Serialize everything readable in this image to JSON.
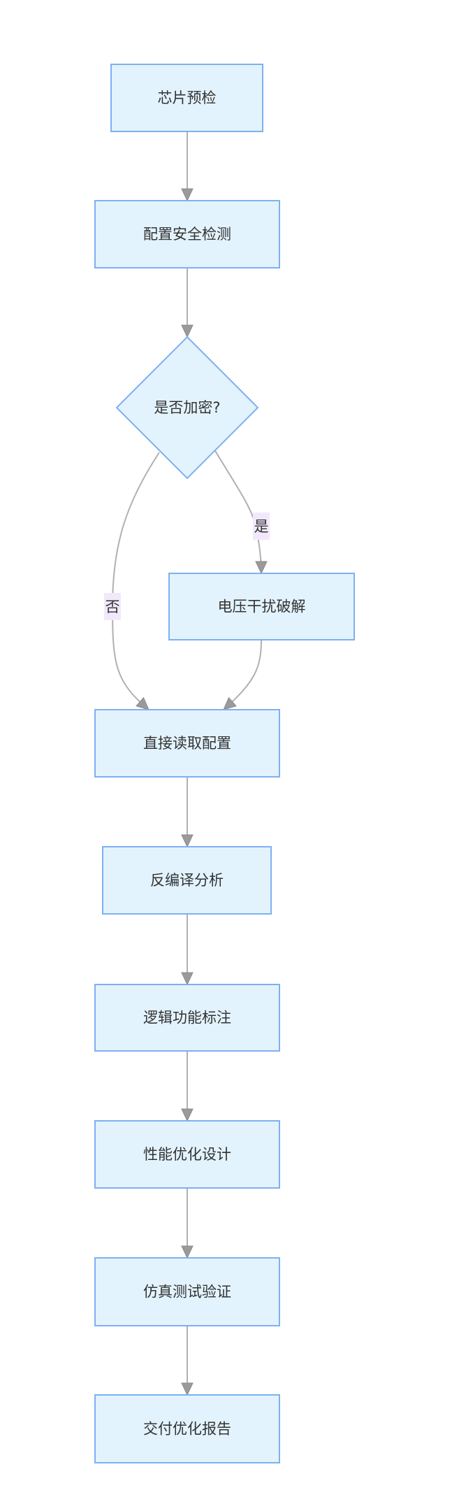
{
  "diagram": {
    "type": "flowchart",
    "direction": "top-down",
    "colors": {
      "node_fill": "#e3f3fd",
      "node_border": "#7eb0f2",
      "edge": "#b0b0b0",
      "arrowhead": "#9a9a9a",
      "edge_label_bg": "#f1e9fb",
      "text": "#333333"
    },
    "nodes": [
      {
        "id": "precheck",
        "shape": "rect",
        "label": "芯片预检"
      },
      {
        "id": "security",
        "shape": "rect",
        "label": "配置安全检测"
      },
      {
        "id": "encrypted",
        "shape": "diamond",
        "label": "是否加密?"
      },
      {
        "id": "glitch",
        "shape": "rect",
        "label": "电压干扰破解"
      },
      {
        "id": "readcfg",
        "shape": "rect",
        "label": "直接读取配置"
      },
      {
        "id": "decompile",
        "shape": "rect",
        "label": "反编译分析"
      },
      {
        "id": "annotate",
        "shape": "rect",
        "label": "逻辑功能标注"
      },
      {
        "id": "optimize",
        "shape": "rect",
        "label": "性能优化设计"
      },
      {
        "id": "simulate",
        "shape": "rect",
        "label": "仿真测试验证"
      },
      {
        "id": "deliver",
        "shape": "rect",
        "label": "交付优化报告"
      }
    ],
    "edges": [
      {
        "from": "precheck",
        "to": "security",
        "label": ""
      },
      {
        "from": "security",
        "to": "encrypted",
        "label": ""
      },
      {
        "from": "encrypted",
        "to": "glitch",
        "label": "是"
      },
      {
        "from": "encrypted",
        "to": "readcfg",
        "label": "否"
      },
      {
        "from": "glitch",
        "to": "readcfg",
        "label": ""
      },
      {
        "from": "readcfg",
        "to": "decompile",
        "label": ""
      },
      {
        "from": "decompile",
        "to": "annotate",
        "label": ""
      },
      {
        "from": "annotate",
        "to": "optimize",
        "label": ""
      },
      {
        "from": "optimize",
        "to": "simulate",
        "label": ""
      },
      {
        "from": "simulate",
        "to": "deliver",
        "label": ""
      }
    ]
  }
}
